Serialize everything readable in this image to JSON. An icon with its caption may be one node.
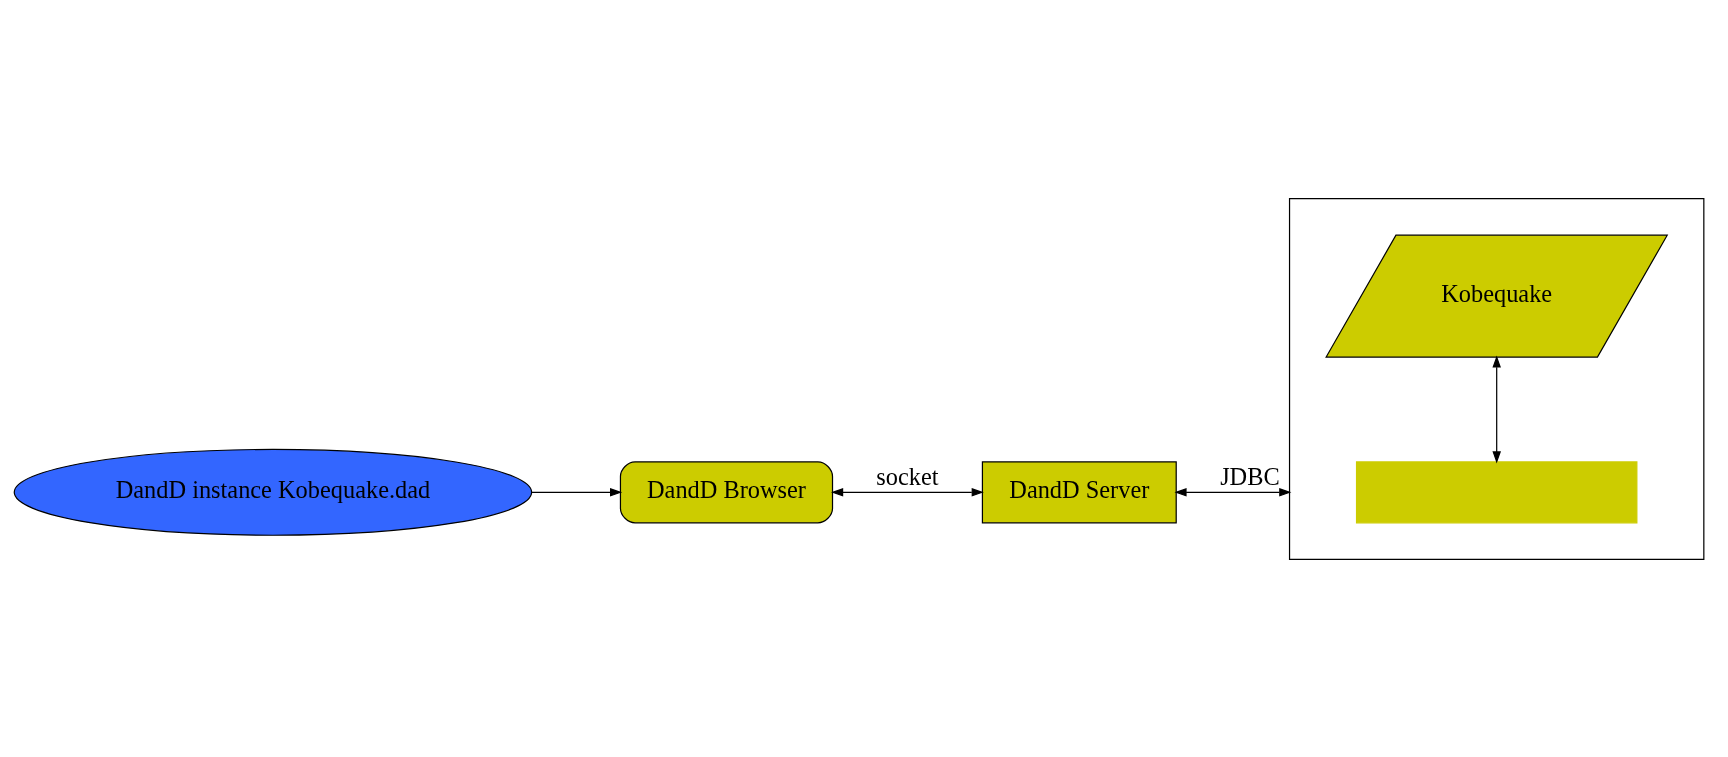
{
  "diagram": {
    "nodes": [
      {
        "text": [
          "DandD instance Kobequake.dad"
        ]
      },
      {
        "text": [
          "DandD Browser"
        ]
      },
      {
        "text": [
          "DandD Server"
        ]
      },
      {
        "text": [],
        "shape": "box"
      },
      {
        "text": [],
        "shape": "box",
        "in": 3
      },
      {
        "text": [
          "Kobequake"
        ],
        "in": 3
      }
    ],
    "edges": [
      {
        "from": 0,
        "to": 1,
        "arrow": "to"
      },
      {
        "from": 1,
        "to": 2,
        "arrow": "both",
        "label": "socket"
      },
      {
        "from": 2,
        "to": 3,
        "arrow": "both",
        "label": "JDBC"
      },
      {
        "from": 4,
        "to": 5,
        "arrow": "both"
      }
    ]
  }
}
